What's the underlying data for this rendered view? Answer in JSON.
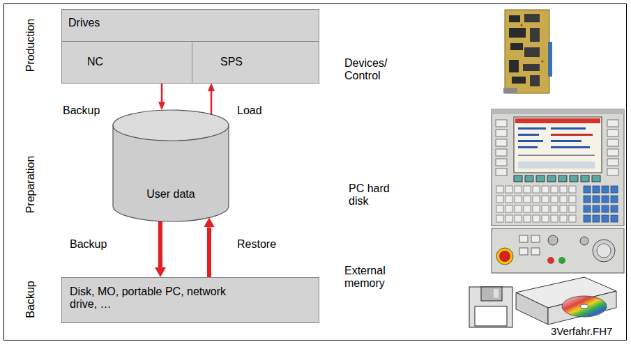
{
  "diagram": {
    "nodes": [
      {
        "text": [
          "Drives"
        ]
      },
      {
        "text": [
          "NC"
        ],
        "in": 0
      },
      {
        "text": [
          "SPS"
        ],
        "in": 0
      },
      {
        "text": [
          "User data"
        ]
      },
      {
        "text": [
          "Disk, MO, portable PC, network drive, …"
        ]
      }
    ],
    "edges": [
      {
        "from": 1,
        "to": 3,
        "arrow": "to",
        "label": "Backup"
      },
      {
        "from": 3,
        "to": 2,
        "arrow": "to",
        "label": "Load"
      },
      {
        "from": 3,
        "to": 4,
        "arrow": "to",
        "label": "Backup"
      },
      {
        "from": 4,
        "to": 3,
        "arrow": "to",
        "label": "Restore"
      }
    ],
    "labels": [
      "Production",
      "Preparation",
      "Backup",
      "Devices/ Control",
      "PC hard disk",
      "External memory",
      "3Verfahr.FH7"
    ]
  }
}
